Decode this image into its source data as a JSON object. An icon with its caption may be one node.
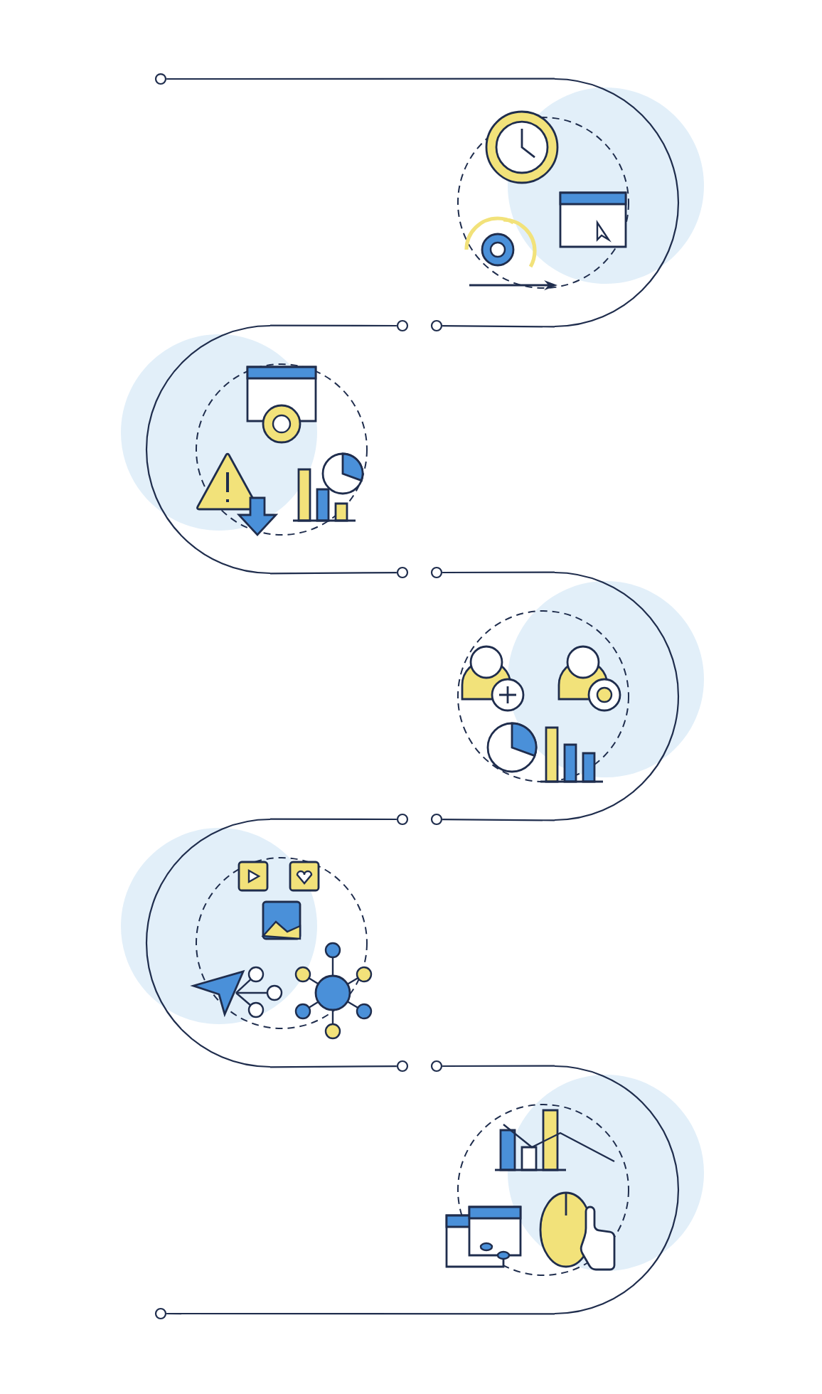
{
  "diagram": {
    "nodes": [
      {
        "text": [],
        "shape": "circle"
      },
      {
        "text": [],
        "shape": "picture"
      },
      {
        "text": [],
        "shape": "circle"
      },
      {
        "text": [],
        "shape": "circle"
      },
      {
        "text": [],
        "shape": "picture"
      },
      {
        "text": [],
        "shape": "circle"
      },
      {
        "text": [],
        "shape": "circle"
      },
      {
        "text": [],
        "shape": "picture"
      },
      {
        "text": [],
        "shape": "circle"
      },
      {
        "text": [],
        "shape": "circle"
      },
      {
        "text": [],
        "shape": "picture"
      },
      {
        "text": [],
        "shape": "circle"
      },
      {
        "text": [],
        "shape": "circle"
      },
      {
        "text": [],
        "shape": "picture"
      },
      {
        "text": [],
        "shape": "circle"
      }
    ],
    "edges": [
      {
        "from": 0,
        "to": 1,
        "arrow": "none"
      },
      {
        "from": 1,
        "to": 3,
        "arrow": "none"
      },
      {
        "from": 2,
        "to": 4,
        "arrow": "none"
      },
      {
        "from": 4,
        "to": 5,
        "arrow": "none"
      },
      {
        "from": 6,
        "to": 7,
        "arrow": "none"
      },
      {
        "from": 7,
        "to": 9,
        "arrow": "none"
      },
      {
        "from": 8,
        "to": 10,
        "arrow": "none"
      },
      {
        "from": 10,
        "to": 11,
        "arrow": "none"
      },
      {
        "from": 12,
        "to": 13,
        "arrow": "none"
      },
      {
        "from": 13,
        "to": 14,
        "arrow": "none"
      }
    ]
  }
}
